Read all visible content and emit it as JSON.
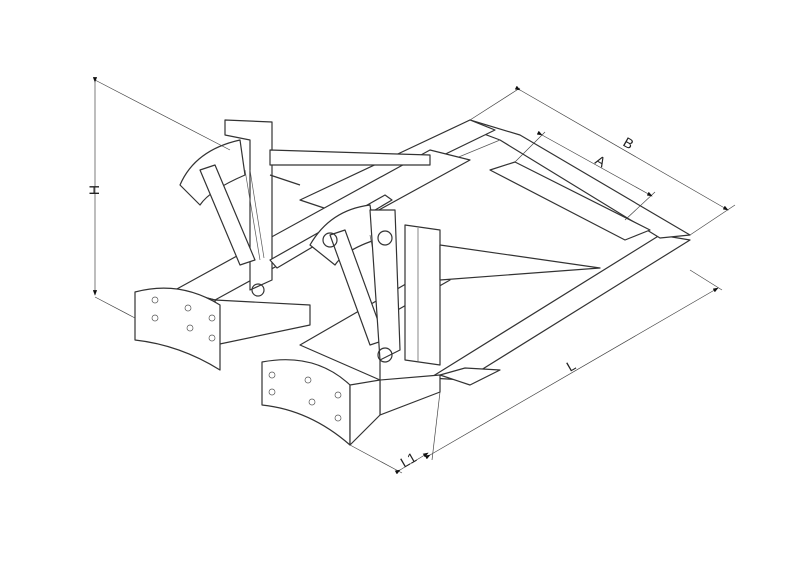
{
  "drawing": {
    "dimensions": {
      "height": "H",
      "overall_width": "B",
      "inner_width": "A",
      "length": "L",
      "front_length": "L1"
    }
  }
}
